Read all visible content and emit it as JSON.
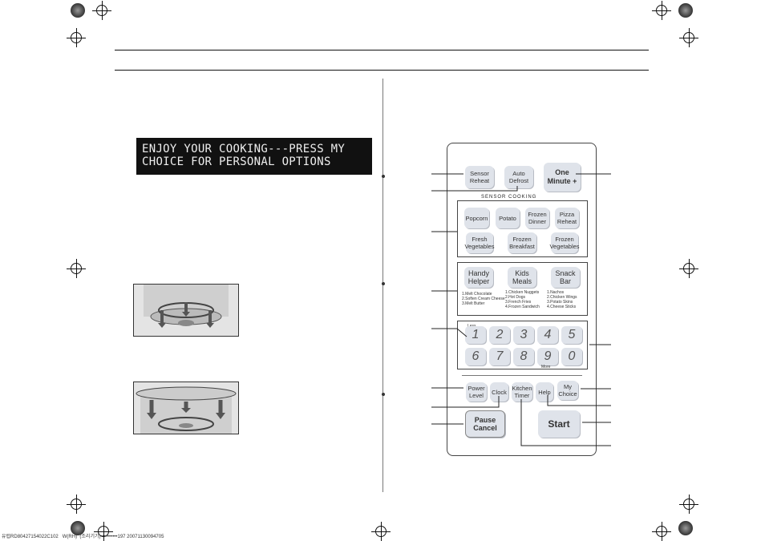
{
  "display_message": "ENJOY YOUR COOKING---PRESS MY CHOICE FOR PERSONAL OPTIONS",
  "panel": {
    "sensor_reheat": "Sensor\nReheat",
    "auto_defrost": "Auto\nDefrost",
    "one_minute": "One\nMinute +",
    "sensor_cooking_label": "SENSOR COOKING",
    "sensor_keys": [
      "Popcorn",
      "Potato",
      "Frozen\nDinner",
      "Pizza\nReheat",
      "Fresh\nVegetables",
      "Frozen\nBreakfast",
      "Frozen\nVegetables"
    ],
    "handy_helper": "Handy\nHelper",
    "kids_meals": "Kids\nMeals",
    "snack_bar": "Snack\nBar",
    "handy_helper_list": "1.Melt Chocolate\n2.Soften Cream Cheese\n3.Melt Butter",
    "kids_meals_list": "1.Chicken Nuggets\n2.Hot Dogs\n3.French Fries\n4.Frozen Sandwich",
    "snack_bar_list": "1.Nachos\n2.Chicken Wings\n3.Potato Skins\n4.Cheese Sticks",
    "less_label": "Less",
    "more_label": "More",
    "numbers": [
      "1",
      "2",
      "3",
      "4",
      "5",
      "6",
      "7",
      "8",
      "9",
      "0"
    ],
    "power_level": "Power\nLevel",
    "clock": "Clock",
    "kitchen_timer": "Kitchen\nTimer",
    "help": "Help",
    "my_choice": "My\nChoice",
    "pause_cancel": "Pause\nCancel",
    "start": "Start"
  },
  "footer_text": "유럽RD80427154022C102   W(RH)  (조리기기)••••••••••197 2007113009470​5"
}
